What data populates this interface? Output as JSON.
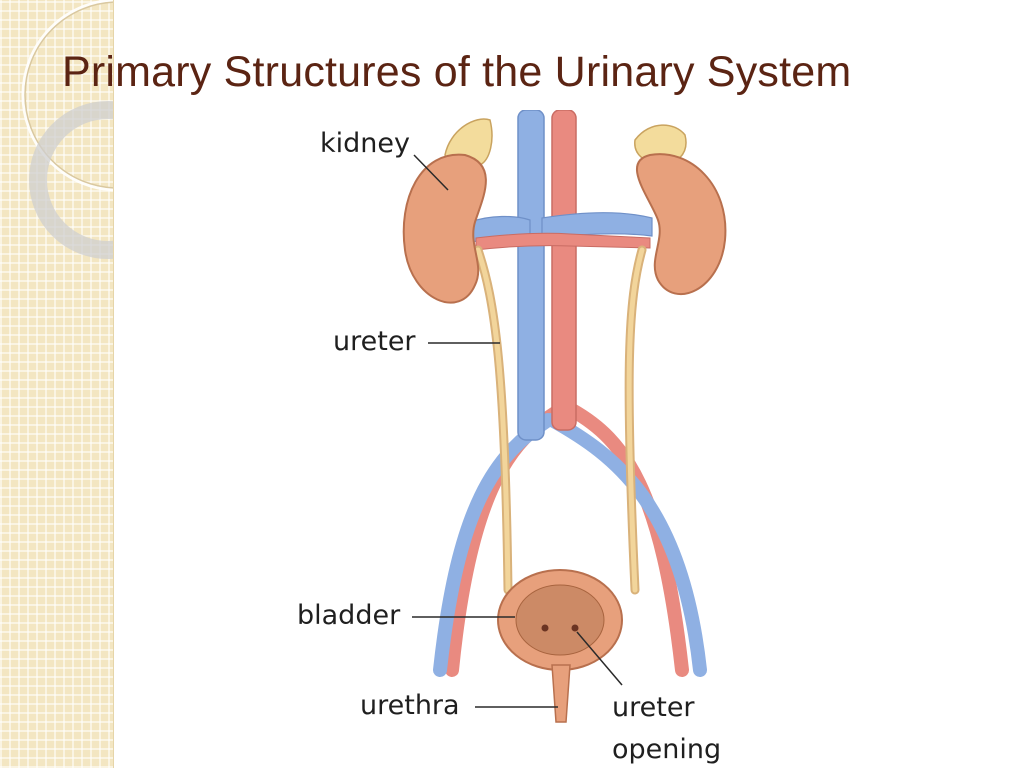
{
  "slide": {
    "title": "Primary Structures of the Urinary System"
  },
  "diagram": {
    "labels": {
      "kidney": "kidney",
      "ureter": "ureter",
      "bladder": "bladder",
      "urethra": "urethra",
      "ureter_opening_line1": "ureter",
      "ureter_opening_line2": "opening"
    }
  },
  "colors": {
    "title": "#5b2413",
    "sidebar": "#f3e6c2",
    "kidney": "#e7a07c",
    "vein": "#8fb0e3",
    "artery": "#e98a80",
    "ureter": "#f2d59b"
  }
}
